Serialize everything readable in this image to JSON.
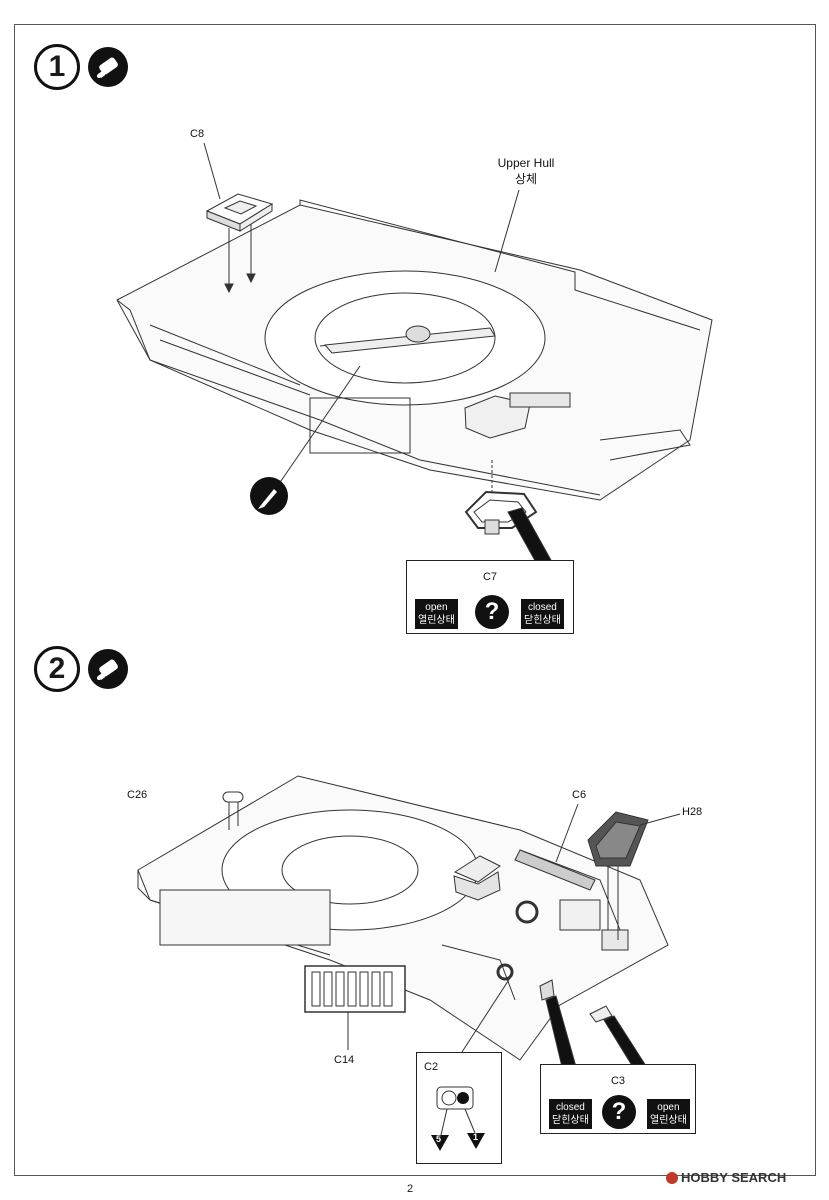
{
  "steps": [
    {
      "number": "1"
    },
    {
      "number": "2"
    }
  ],
  "step1": {
    "part_c8": "C8",
    "upper_hull_en": "Upper Hull",
    "upper_hull_ko": "상체",
    "callout": {
      "title": "C7",
      "open_en": "open",
      "open_ko": "열린상태",
      "closed_en": "closed",
      "closed_ko": "닫힌상태",
      "question": "?"
    }
  },
  "step2": {
    "part_c26": "C26",
    "part_c6": "C6",
    "part_h28": "H28",
    "part_c14": "C14",
    "callout_c2": {
      "title": "C2",
      "left_num": "5",
      "right_num": "1"
    },
    "callout_c3": {
      "title": "C3",
      "closed_en": "closed",
      "closed_ko": "닫힌상태",
      "open_en": "open",
      "open_ko": "열린상태",
      "question": "?"
    }
  },
  "footer": {
    "page_number": "2",
    "watermark": "HOBBY SEARCH"
  },
  "colors": {
    "ink": "#111111",
    "line": "#333333",
    "paper": "#ffffff"
  },
  "icons": [
    "glue-bottle-icon",
    "brush-icon",
    "question-icon"
  ]
}
